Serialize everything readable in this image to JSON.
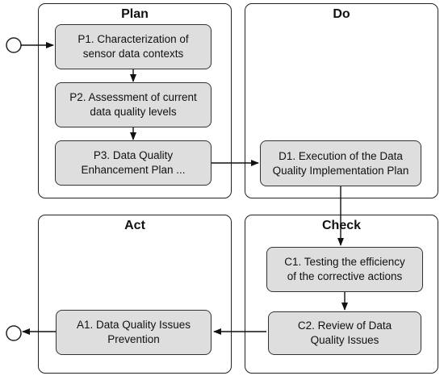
{
  "panels": {
    "plan": "Plan",
    "do": "Do",
    "check": "Check",
    "act": "Act"
  },
  "steps": {
    "p1": "P1. Characterization of\nsensor data contexts",
    "p2": "P2. Assessment of current\ndata quality levels",
    "p3": "P3. Data Quality\nEnhancement Plan ...",
    "d1": "D1. Execution of the Data\nQuality Implementation Plan",
    "c1": "C1. Testing the efficiency\nof the corrective actions",
    "c2": "C2. Review of Data\nQuality Issues",
    "a1": "A1. Data Quality Issues\nPrevention"
  }
}
